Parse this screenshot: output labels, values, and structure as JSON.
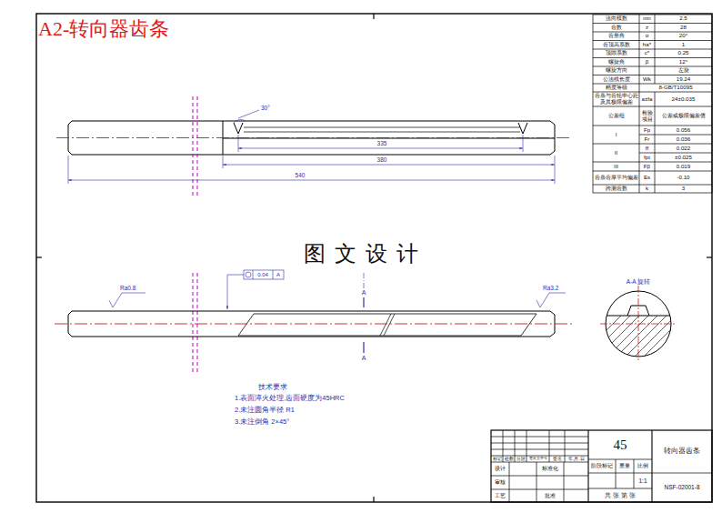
{
  "diagram": {
    "title": "A2-转向器齿条",
    "labels": [
      "法向模数",
      "mn",
      "2.5",
      "齿数",
      "z",
      "28",
      "齿形角",
      "α",
      "20°",
      "齿顶高系数",
      "ha*",
      "1",
      "顶隙系数",
      "c*",
      "0.25",
      "螺旋角",
      "β",
      "12°",
      "螺旋方向",
      "左旋",
      "公法线长度",
      "Wk",
      "19.24",
      "精度等级",
      "8-GB/T10095",
      "齿条与齿轮中心距及其极限偏差",
      "a±fa",
      "24±0.035",
      "公差组",
      "检验项目",
      "公差或极限偏差值",
      "I",
      "Fp",
      "0.056",
      "Fr",
      "0.036",
      "II",
      "ff",
      "0.022",
      "fpt",
      "±0.025",
      "III",
      "Fβ",
      "0.019",
      "齿条齿厚平均偏差",
      "Es",
      "-0.10",
      "跨测齿数",
      "k",
      "3",
      "30°",
      "335",
      "380",
      "540",
      "Ra0.8",
      "Ra3.2",
      "0.04",
      "A",
      "A",
      "A",
      "A-A 旋转",
      "图 文 设 计",
      "技术要求",
      "1.表面淬火处理,齿面硬度为45HRC",
      "2.未注圆角半径 R1",
      "3.未注倒角 2×45°",
      "45",
      "转向器齿条",
      "NSF-02001-8",
      "标记",
      "处数",
      "分区",
      "更改文件号",
      "签名",
      "年.月.日",
      "设计",
      "标准化",
      "审核",
      "工艺",
      "批准",
      "阶段标记",
      "重量",
      "比例",
      "1:1",
      "共 张 第 张"
    ]
  }
}
